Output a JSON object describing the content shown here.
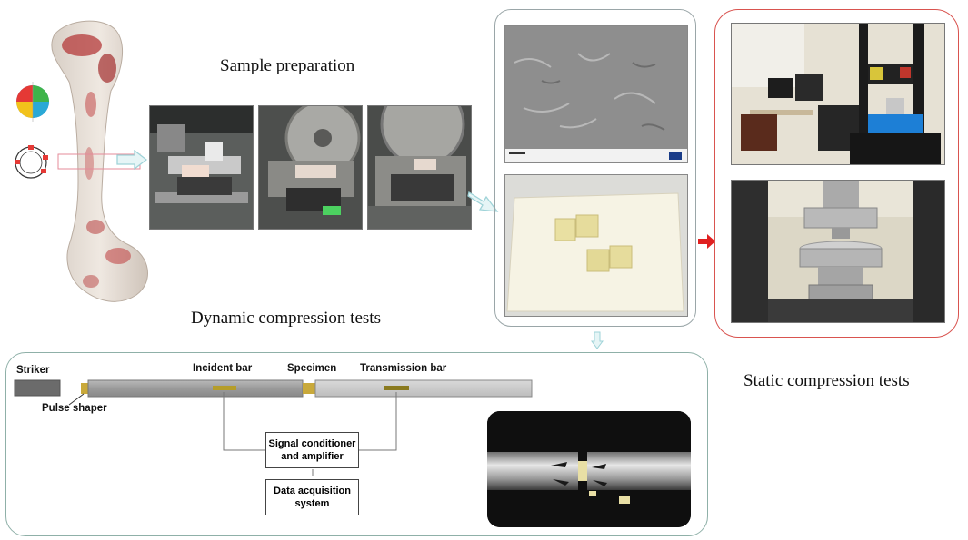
{
  "titles": {
    "sample_preparation": "Sample preparation",
    "dynamic_tests": "Dynamic compression tests",
    "static_tests": "Static compression tests"
  },
  "shpb": {
    "striker": "Striker",
    "pulse_shaper": "Pulse shaper",
    "incident_bar": "Incident bar",
    "specimen": "Specimen",
    "transmission_bar": "Transmission bar",
    "signal_conditioner_line1": "Signal conditioner",
    "signal_conditioner_line2": "and amplifier",
    "daq_line1": "Data acquisition",
    "daq_line2": "system"
  },
  "colors": {
    "arrow_teal": "#9fd3d8",
    "arrow_red": "#e02020",
    "panel_red": "#d9534f",
    "panel_teal": "#8fb0a8",
    "strain_gauge": "#b59d2a"
  }
}
